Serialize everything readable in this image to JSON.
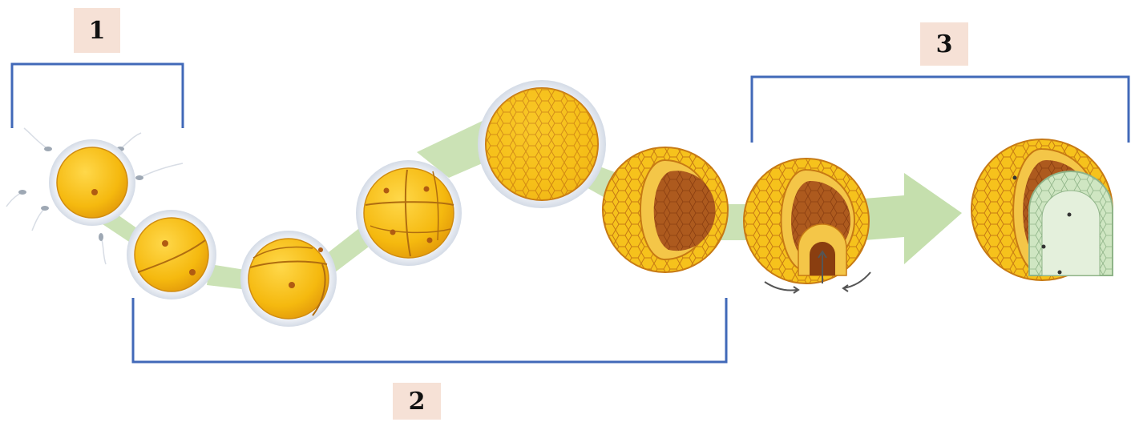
{
  "labels": {
    "stage_1": "1",
    "stage_2": "2",
    "stage_3": "3"
  },
  "colors": {
    "bracket": "#4169b8",
    "label_background": "#f6e1d6",
    "connector_green": "#c5dfad",
    "cell_yellow": "#f5c017",
    "cell_outline": "#c97d18",
    "membrane": "#e4eaf2",
    "inner_cavity_brown": "#a8541c",
    "inner_layer_green": "#cfe6c2"
  },
  "icons": {
    "sperm": "sperm-icon",
    "arrow": "green-arrow-icon",
    "rotation": "curved-arrow-icon"
  }
}
